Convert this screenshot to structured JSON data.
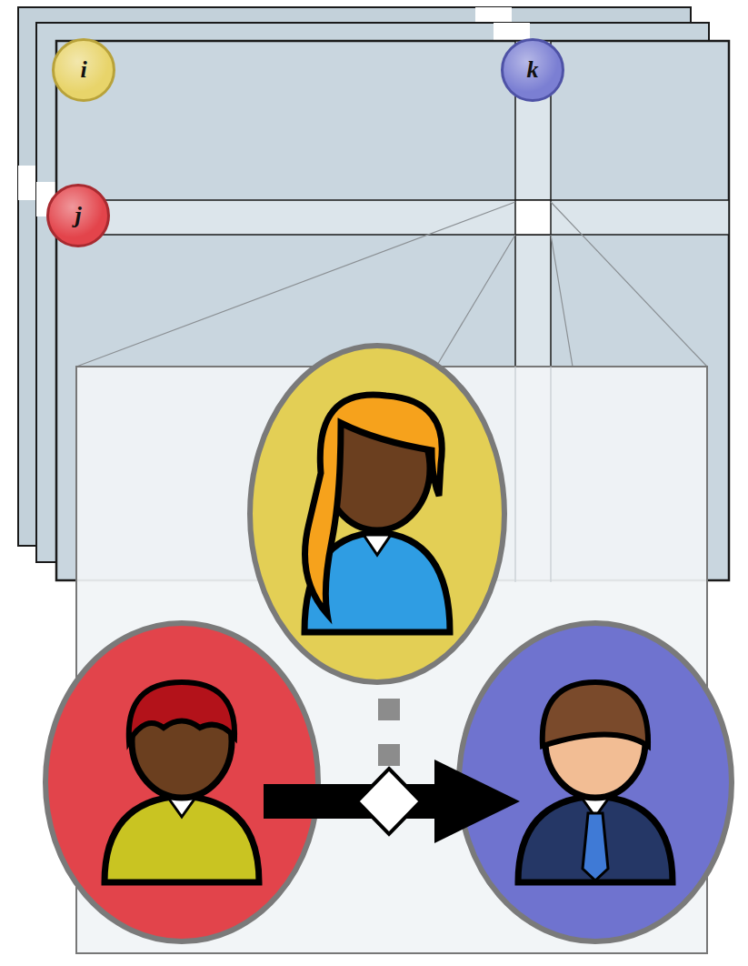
{
  "diagram": {
    "nodes": [
      {
        "text": [
          "i"
        ]
      },
      {
        "text": [
          "k"
        ]
      },
      {
        "text": [
          "j"
        ]
      }
    ]
  }
}
